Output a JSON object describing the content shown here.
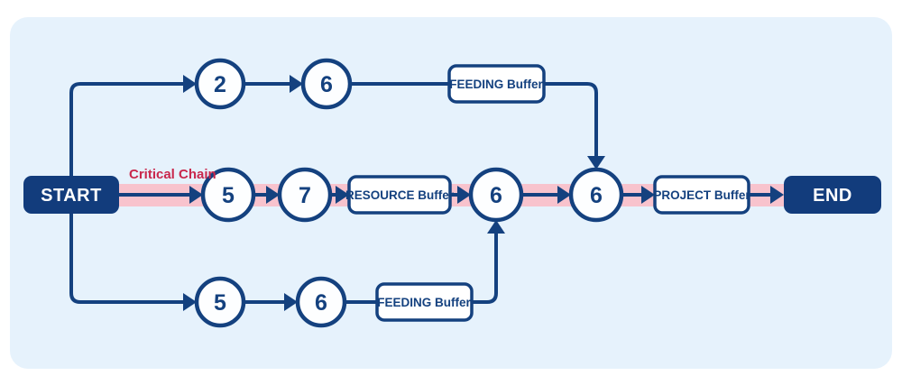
{
  "labels": {
    "start": "START",
    "end": "END",
    "critical_chain": "Critical Chain",
    "feeding_buffer_top": "FEEDING Buffer",
    "resource_buffer": "RESOURCE Buffer",
    "project_buffer": "PROJECT Buffer",
    "feeding_buffer_bottom": "FEEDING Buffer"
  },
  "nodes": {
    "top": [
      "2",
      "6"
    ],
    "chain": [
      "5",
      "7",
      "6",
      "6"
    ],
    "bottom": [
      "5",
      "6"
    ]
  },
  "colors": {
    "navy": "#14417f",
    "navy_box": "#123c7c",
    "pink_band": "#f8c3cd",
    "red_label": "#c9284c",
    "canvas": "#e6f2fc",
    "node_fill": "#fdfeff"
  }
}
